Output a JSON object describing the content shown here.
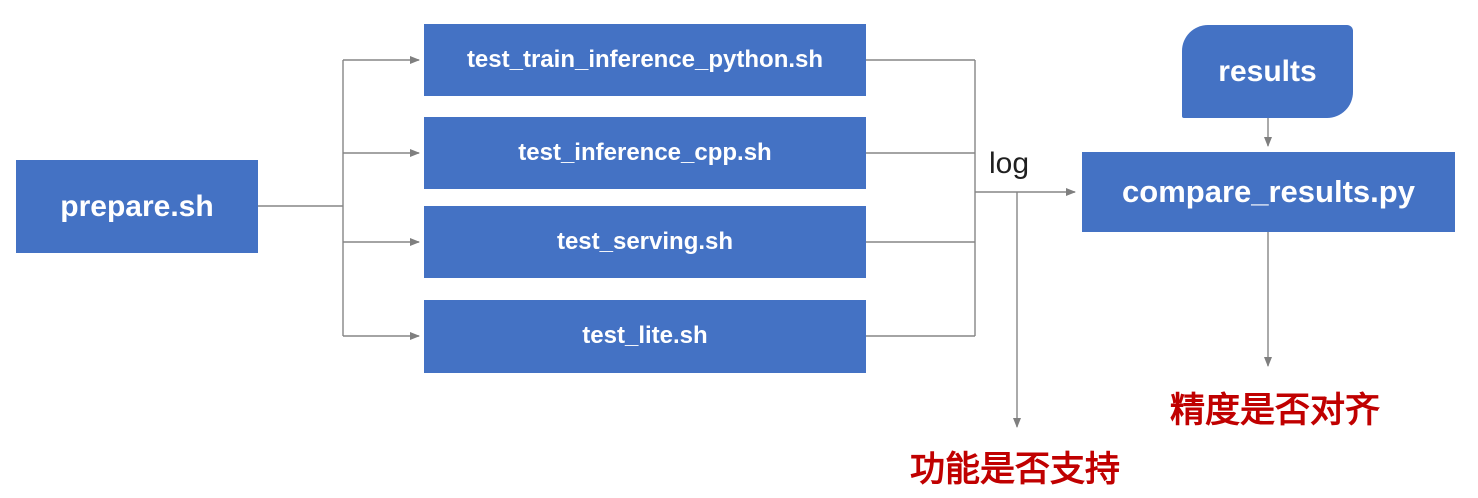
{
  "diagram": {
    "nodes": {
      "prepare": {
        "label": "prepare.sh"
      },
      "tests": [
        {
          "label": "test_train_inference_python.sh"
        },
        {
          "label": "test_inference_cpp.sh"
        },
        {
          "label": "test_serving.sh"
        },
        {
          "label": "test_lite.sh"
        }
      ],
      "results": {
        "label": "results"
      },
      "compare": {
        "label": "compare_results.py"
      }
    },
    "labels": {
      "log": "log",
      "function_support": "功能是否支持",
      "precision_aligned": "精度是否对齐"
    },
    "colors": {
      "node_fill": "#4472C4",
      "node_text": "#ffffff",
      "connector": "#858585",
      "arrowhead": "#7f7f7f",
      "annotation_red": "#C00000",
      "log_text": "#1f1f1f"
    }
  }
}
